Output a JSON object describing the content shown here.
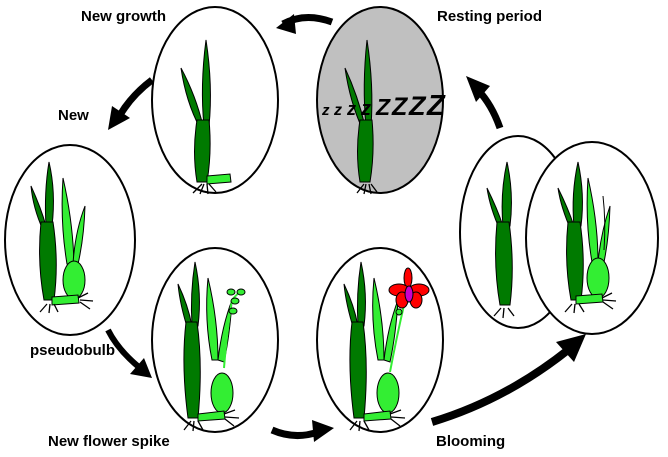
{
  "labels": {
    "new_growth": "New growth",
    "resting_period": "Resting period",
    "new": "New",
    "pseudobulb": "pseudobulb",
    "new_flower_spike": "New flower spike",
    "blooming": "Blooming"
  },
  "sleep_letters": [
    "z",
    "z",
    "z",
    "z",
    "Z",
    "Z",
    "Z",
    "Z"
  ],
  "colors": {
    "dark_leaf": "#007a00",
    "light_leaf": "#33ee33",
    "resting_fill": "#c0c0c0",
    "flower": "#ff0000",
    "flower_center": "#cc00cc",
    "outline": "#000000"
  }
}
